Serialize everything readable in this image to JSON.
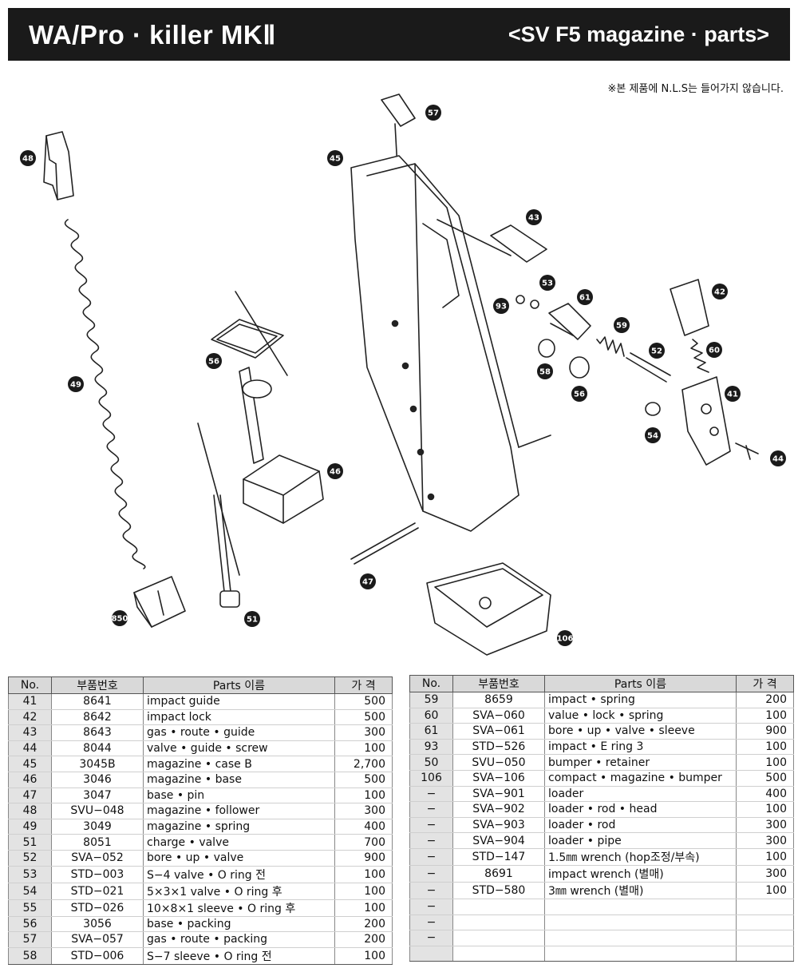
{
  "header": {
    "title_left": "WA/Pro · killer MKⅡ",
    "title_right": "<SV F5 magazine · parts>"
  },
  "notice": "※본 제품에 N.L.S는 들어가지 않습니다.",
  "diagram": {
    "callouts": [
      "48",
      "49",
      "850",
      "56",
      "51",
      "46",
      "47",
      "57",
      "45",
      "43",
      "53",
      "93",
      "61",
      "42",
      "59",
      "52",
      "60",
      "58",
      "56",
      "41",
      "54",
      "44",
      "106"
    ]
  },
  "table_headers": {
    "no": "No.",
    "code": "부품번호",
    "name": "Parts 이름",
    "price": "가 격"
  },
  "left_table": [
    {
      "no": "41",
      "code": "8641",
      "name": "impact guide",
      "price": "500"
    },
    {
      "no": "42",
      "code": "8642",
      "name": "impact lock",
      "price": "500"
    },
    {
      "no": "43",
      "code": "8643",
      "name": "gas • route • guide",
      "price": "300"
    },
    {
      "no": "44",
      "code": "8044",
      "name": "valve • guide • screw",
      "price": "100"
    },
    {
      "no": "45",
      "code": "3045B",
      "name": "magazine • case B",
      "price": "2,700"
    },
    {
      "no": "46",
      "code": "3046",
      "name": "magazine • base",
      "price": "500"
    },
    {
      "no": "47",
      "code": "3047",
      "name": "base • pin",
      "price": "100"
    },
    {
      "no": "48",
      "code": "SVU−048",
      "name": "magazine • follower",
      "price": "300"
    },
    {
      "no": "49",
      "code": "3049",
      "name": "magazine • spring",
      "price": "400"
    },
    {
      "no": "51",
      "code": "8051",
      "name": "charge • valve",
      "price": "700"
    },
    {
      "no": "52",
      "code": "SVA−052",
      "name": "bore • up • valve",
      "price": "900"
    },
    {
      "no": "53",
      "code": "STD−003",
      "name": "S−4 valve • O ring 전",
      "price": "100"
    },
    {
      "no": "54",
      "code": "STD−021",
      "name": "5×3×1 valve • O ring 후",
      "price": "100"
    },
    {
      "no": "55",
      "code": "STD−026",
      "name": "10×8×1 sleeve • O ring 후",
      "price": "100"
    },
    {
      "no": "56",
      "code": "3056",
      "name": "base • packing",
      "price": "200"
    },
    {
      "no": "57",
      "code": "SVA−057",
      "name": "gas • route • packing",
      "price": "200"
    },
    {
      "no": "58",
      "code": "STD−006",
      "name": "S−7 sleeve • O ring 전",
      "price": "100"
    }
  ],
  "right_table": [
    {
      "no": "59",
      "code": "8659",
      "name": "impact • spring",
      "price": "200"
    },
    {
      "no": "60",
      "code": "SVA−060",
      "name": "value • lock • spring",
      "price": "100"
    },
    {
      "no": "61",
      "code": "SVA−061",
      "name": "bore • up • valve • sleeve",
      "price": "900"
    },
    {
      "no": "93",
      "code": "STD−526",
      "name": "impact • E ring 3",
      "price": "100"
    },
    {
      "no": "50",
      "code": "SVU−050",
      "name": "bumper • retainer",
      "price": "100"
    },
    {
      "no": "106",
      "code": "SVA−106",
      "name": "compact • magazine • bumper",
      "price": "500"
    },
    {
      "no": "−",
      "code": "SVA−901",
      "name": "loader",
      "price": "400"
    },
    {
      "no": "−",
      "code": "SVA−902",
      "name": "loader • rod • head",
      "price": "100"
    },
    {
      "no": "−",
      "code": "SVA−903",
      "name": "loader • rod",
      "price": "300"
    },
    {
      "no": "−",
      "code": "SVA−904",
      "name": "loader • pipe",
      "price": "300"
    },
    {
      "no": "−",
      "code": "STD−147",
      "name": "1.5㎜ wrench (hop조정/부속)",
      "price": "100"
    },
    {
      "no": "−",
      "code": "8691",
      "name": "impact wrench (별매)",
      "price": "300"
    },
    {
      "no": "−",
      "code": "STD−580",
      "name": "3㎜ wrench (별매)",
      "price": "100"
    },
    {
      "no": "−",
      "code": "",
      "name": "",
      "price": ""
    },
    {
      "no": "−",
      "code": "",
      "name": "",
      "price": ""
    },
    {
      "no": "−",
      "code": "",
      "name": "",
      "price": ""
    },
    {
      "no": "",
      "code": "",
      "name": "",
      "price": ""
    }
  ]
}
